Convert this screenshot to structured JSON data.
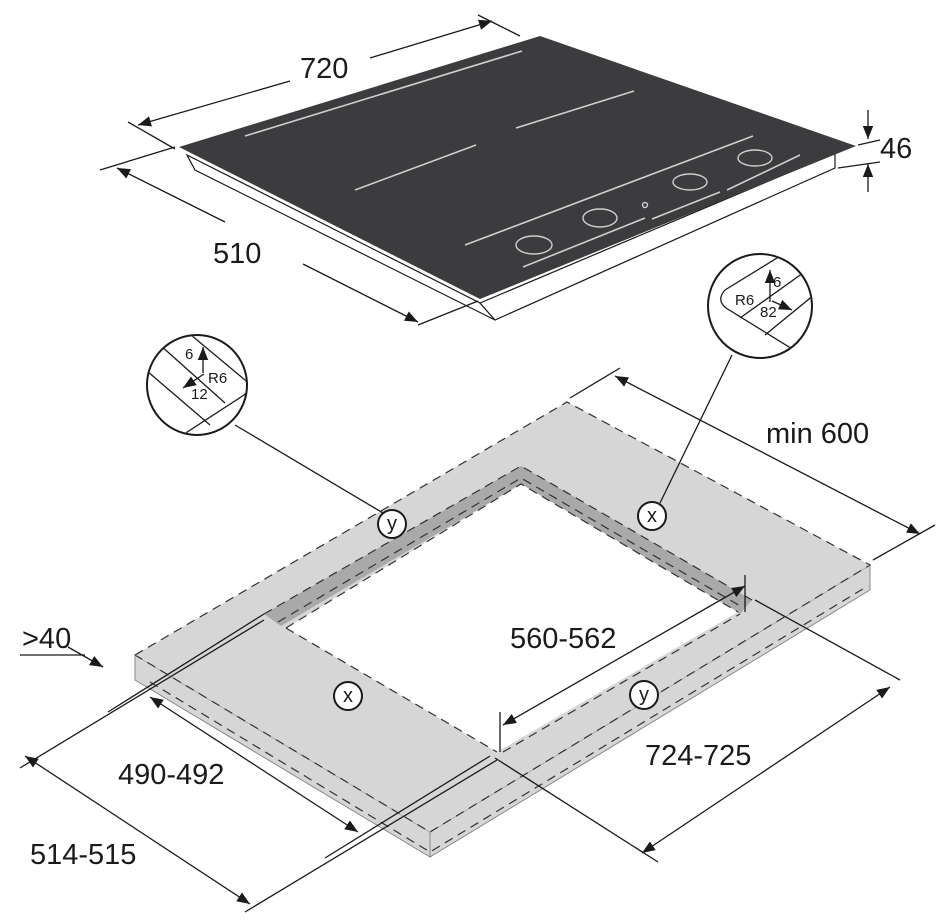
{
  "colors": {
    "glass": "#3c3c3f",
    "countertop": "#d6d6d6",
    "rebate": "#a9a9a9",
    "line": "#1a1a1a"
  },
  "hob": {
    "width": "720",
    "depth": "510",
    "height": "46"
  },
  "detail_y": {
    "label1": "6",
    "label2": "12",
    "label3": "R6"
  },
  "detail_x": {
    "label1": "6",
    "label2": "82",
    "label3": "R6"
  },
  "cutout": {
    "min_depth": "min 600",
    "inner_width": "560-562",
    "outer_width": "724-725",
    "inner_depth": "490-492",
    "outer_depth": "514-515",
    "front_clearance": ">40"
  },
  "markers": {
    "x": "x",
    "y": "y"
  }
}
